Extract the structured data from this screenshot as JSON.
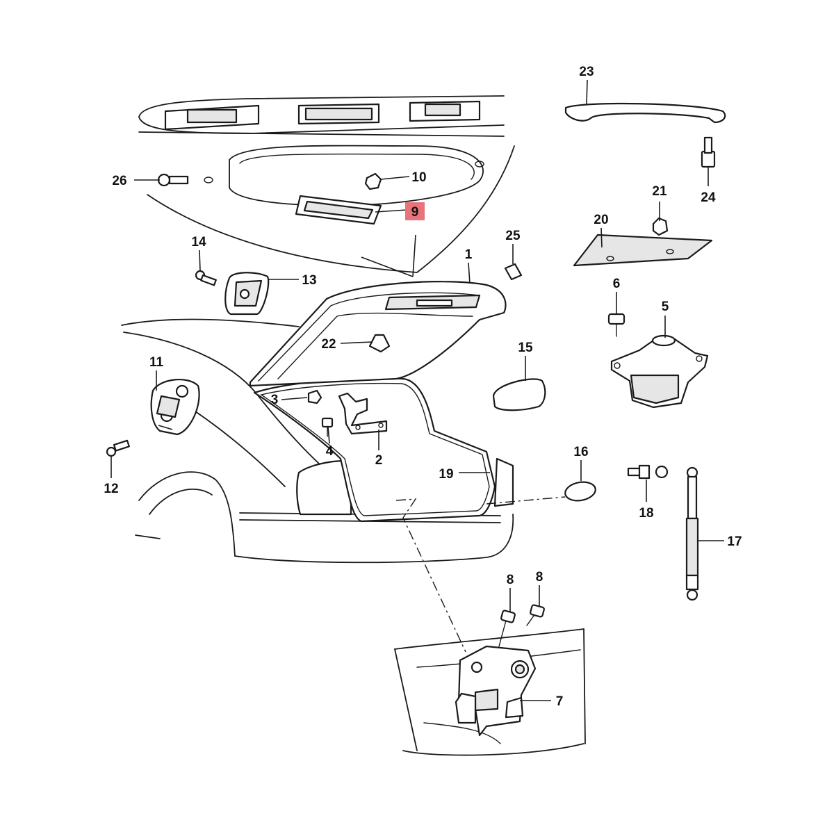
{
  "highlight_color": "#e8737a",
  "highlighted_callout": "9",
  "callouts": [
    {
      "id": "c1",
      "label": "1"
    },
    {
      "id": "c2",
      "label": "2"
    },
    {
      "id": "c3",
      "label": "3"
    },
    {
      "id": "c4",
      "label": "4"
    },
    {
      "id": "c5",
      "label": "5"
    },
    {
      "id": "c6",
      "label": "6"
    },
    {
      "id": "c7",
      "label": "7"
    },
    {
      "id": "c8a",
      "label": "8"
    },
    {
      "id": "c8b",
      "label": "8"
    },
    {
      "id": "c9",
      "label": "9"
    },
    {
      "id": "c10",
      "label": "10"
    },
    {
      "id": "c11",
      "label": "11"
    },
    {
      "id": "c12",
      "label": "12"
    },
    {
      "id": "c13",
      "label": "13"
    },
    {
      "id": "c14",
      "label": "14"
    },
    {
      "id": "c15",
      "label": "15"
    },
    {
      "id": "c16",
      "label": "16"
    },
    {
      "id": "c17",
      "label": "17"
    },
    {
      "id": "c18",
      "label": "18"
    },
    {
      "id": "c19",
      "label": "19"
    },
    {
      "id": "c20",
      "label": "20"
    },
    {
      "id": "c21",
      "label": "21"
    },
    {
      "id": "c22",
      "label": "22"
    },
    {
      "id": "c23",
      "label": "23"
    },
    {
      "id": "c24",
      "label": "24"
    },
    {
      "id": "c25",
      "label": "25"
    },
    {
      "id": "c26",
      "label": "26"
    }
  ]
}
